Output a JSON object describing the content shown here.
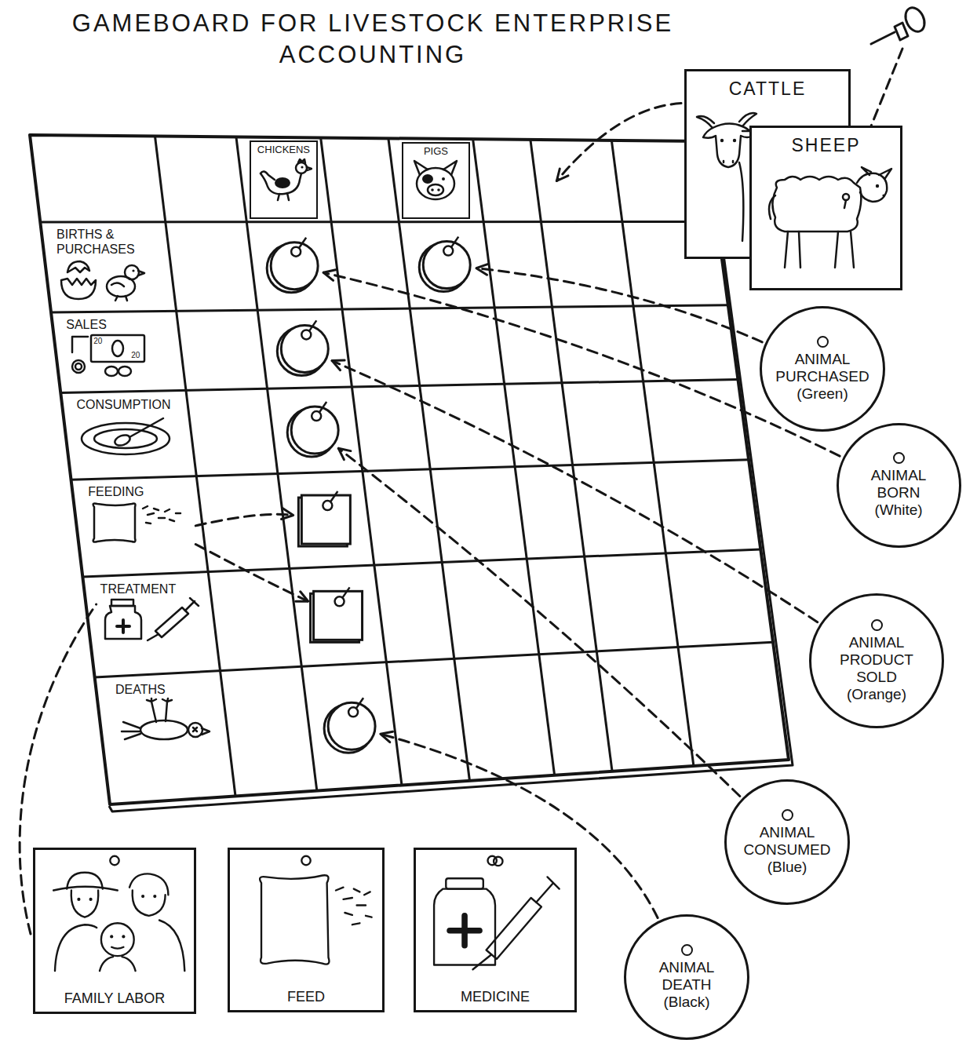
{
  "diagram": {
    "title": "GAMEBOARD FOR LIVESTOCK ENTERPRISE ACCOUNTING",
    "nodes": [
      {
        "text": [
          "CHICKENS"
        ]
      },
      {
        "text": [
          "PIGS"
        ]
      },
      {
        "text": [
          "CATTLE"
        ]
      },
      {
        "text": [
          "SHEEP"
        ]
      },
      {
        "text": [
          "BIRTHS & PURCHASES"
        ]
      },
      {
        "text": [
          "SALES"
        ]
      },
      {
        "text": [
          "CONSUMPTION"
        ]
      },
      {
        "text": [
          "FEEDING"
        ]
      },
      {
        "text": [
          "TREATMENT"
        ]
      },
      {
        "text": [
          "DEATHS"
        ]
      },
      {
        "text": [
          "ANIMAL PURCHASED",
          "(Green)"
        ]
      },
      {
        "text": [
          "ANIMAL BORN",
          "(White)"
        ]
      },
      {
        "text": [
          "ANIMAL PRODUCT SOLD",
          "(Orange)"
        ]
      },
      {
        "text": [
          "ANIMAL CONSUMED",
          "(Blue)"
        ]
      },
      {
        "text": [
          "FAMILY LABOR"
        ]
      },
      {
        "text": [
          "FEED"
        ]
      },
      {
        "text": [
          "MEDICINE"
        ]
      },
      {
        "text": [
          "ANIMAL DEATH",
          "(Black)"
        ]
      }
    ],
    "edges": [
      {
        "from": 14,
        "to": 8,
        "arrow": "none"
      }
    ],
    "labels": [
      "20",
      "20"
    ]
  }
}
